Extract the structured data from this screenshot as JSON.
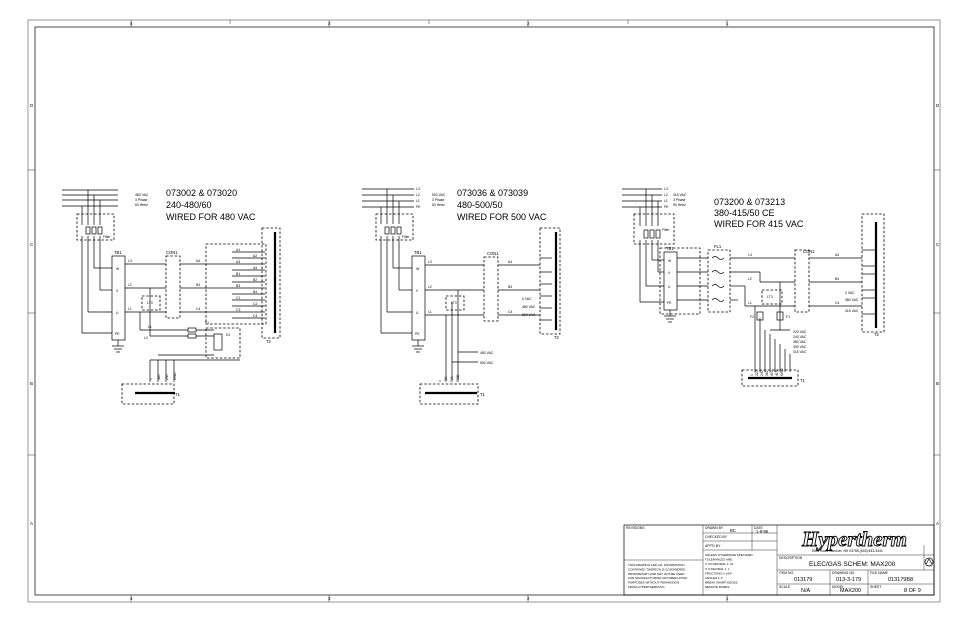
{
  "zones": {
    "top": [
      "4",
      "3",
      "2",
      "1"
    ],
    "bottom": [
      "4",
      "3",
      "2",
      "1"
    ],
    "left": [
      "D",
      "C",
      "B",
      "A"
    ],
    "right": [
      "D",
      "C",
      "B",
      "A"
    ]
  },
  "schematics": [
    {
      "part_line": "073002 & 073020",
      "rating_line": "240-480/60",
      "wired_line": "WIRED FOR 480 VAC",
      "supply": [
        "480 VAC",
        "3 Phase",
        "60 Hertz"
      ],
      "phases": [
        "L3",
        "L2",
        "L1",
        "PE"
      ],
      "filter": "Filter",
      "tb": "TB1",
      "con": "CON1",
      "transformer_label": "T2",
      "control_label": "T1",
      "lt": "LT3",
      "terminals_left": [
        "W",
        "V",
        "U",
        "PE"
      ],
      "wires_left": [
        "L3",
        "L2",
        "L1"
      ],
      "con_out": [
        "A4",
        "B4",
        "C4"
      ],
      "bus": [
        "A1",
        "A2",
        "A3",
        "A4",
        "B1",
        "B2",
        "B3",
        "B4",
        "C1",
        "C2",
        "C3",
        "C4"
      ],
      "fuse_labels": [
        "L1",
        "L2",
        "F1",
        "D1"
      ],
      "taps": [
        "0",
        "480",
        "240",
        "GND"
      ]
    },
    {
      "part_line": "073036 & 073039",
      "rating_line": "480-500/50",
      "wired_line": "WIRED FOR 500 VAC",
      "supply": [
        "500 VAC",
        "3 Phase",
        "50 Hertz"
      ],
      "phases": [
        "L3",
        "L2",
        "L1",
        "PE"
      ],
      "filter": "Filter",
      "tb": "TB1",
      "con": "CON1",
      "transformer_label": "T2",
      "control_label": "T1",
      "lt": "LT3",
      "terminals_left": [
        "W",
        "V",
        "U",
        "PE"
      ],
      "wires_left": [
        "L3",
        "L2",
        "L1"
      ],
      "con_out": [
        "A4",
        "B4",
        "C4"
      ],
      "volt_side": [
        "0 VAC",
        "480 VAC",
        "500 VAC"
      ],
      "tap_lines": [
        "480 VAC",
        "500 VAC"
      ],
      "taps": [
        "0",
        "480",
        "500",
        "GND"
      ]
    },
    {
      "part_line": "073200 & 073213",
      "rating_line": "380-415/50 CE",
      "wired_line": "WIRED FOR 415 VAC",
      "supply": [
        "415 VAC",
        "3 Phase",
        "50 Hertz"
      ],
      "phases": [
        "L3",
        "L2",
        "L1",
        "PE"
      ],
      "filter": "Filter",
      "tb": "TB1",
      "fl": "FL1",
      "con": "CON1",
      "transformer_label": "T2",
      "control_label": "T1",
      "lt": "LT3",
      "terminals_left": [
        "W",
        "V",
        "U",
        "PE"
      ],
      "wires_left": [
        "L3",
        "L2",
        "L1"
      ],
      "con_out": [
        "A4",
        "B4",
        "C4"
      ],
      "volt_side": [
        "0 VAC",
        "380 VAC",
        "415 VAC"
      ],
      "tap_lines": [
        "220 VAC",
        "240 VAC",
        "380 VAC",
        "400 VAC",
        "415 VAC"
      ],
      "fuses": [
        "F2",
        "F1"
      ],
      "taps": [
        "0",
        "220",
        "240",
        "380",
        "400",
        "415",
        "GND"
      ]
    }
  ],
  "title_block": {
    "rev_header": "REVISIONS",
    "drawn_label": "DRAWN BY",
    "drawn_by": "BC",
    "drawn_date_label": "DATE",
    "drawn_date": "1-9-96",
    "checked_label": "CHECKED BY",
    "approved_label": "APP'D BY",
    "tolerance_lines": [
      "UNLESS OTHERWISE SPECIFIED",
      "TOLERANCES ARE:",
      "X.XX DECIMAL ± .01",
      "X.X DECIMAL ± .1",
      "FRACTIONS ± 1/64",
      "ANGLES ± 1°",
      "BREAK SHARP EDGES",
      "REMOVE BURRS"
    ],
    "notice_lines": [
      "THIS DRAWING AND ALL INFORMATION",
      "CONTAINED THEREON IS CONSIDERED",
      "PROPRIETARY AND MAY NOT BE USED",
      "FOR MANUFACTURING OR FABRICATION",
      "PURPOSES WITHOUT PERMISSION",
      "FROM HYPERTHERM INC."
    ],
    "company": "Hypertherm",
    "address": "Etna Road Hanover, NH 03755 (603) 643-3441",
    "description_label": "DESCRIPTION",
    "description": "ELEC/GAS SCHEM: MAX200",
    "item_label": "ITEM NO.",
    "item_no": "013179",
    "drawing_label": "DRAWING NO.",
    "drawing_no": "013-3-179",
    "file_label": "FILE NAME",
    "file_name": "013179B8",
    "scale_label": "SCALE",
    "scale": "N/A",
    "model_label": "MODEL",
    "model": "MAX200",
    "sheet_label": "SHEET",
    "sheet": "8 OF 9"
  }
}
